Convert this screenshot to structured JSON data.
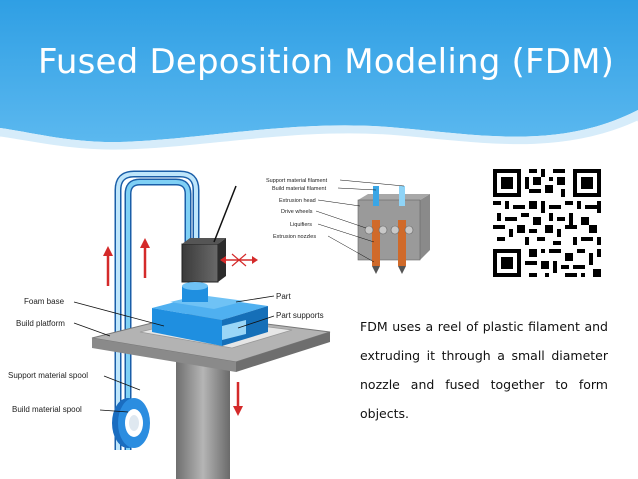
{
  "slide": {
    "title": "Fused Deposition Modeling (FDM)",
    "description": "FDM uses a reel of plastic filament and extruding it through a small diameter nozzle and fused together to form objects."
  },
  "diagram": {
    "labels": {
      "foam_base": "Foam base",
      "build_platform": "Build platform",
      "support_material_spool": "Support material spool",
      "build_material_spool": "Build material spool",
      "part": "Part",
      "part_supports": "Part supports"
    },
    "inset_labels": {
      "support_material_filament": "Support material filament",
      "build_material_filament": "Build material filament",
      "extrusion_head": "Extrusion head",
      "drive_wheels": "Drive wheels",
      "liquifiers": "Liquifiers",
      "extrusion_nozzles": "Extrusion nozzles"
    }
  },
  "colors": {
    "header_blue": "#2a9ee0",
    "part_blue": "#1f8fe0",
    "arrow_red": "#d42a2a",
    "platform_gray": "#8f8f8f"
  },
  "icons": [
    "qr-code-icon"
  ]
}
